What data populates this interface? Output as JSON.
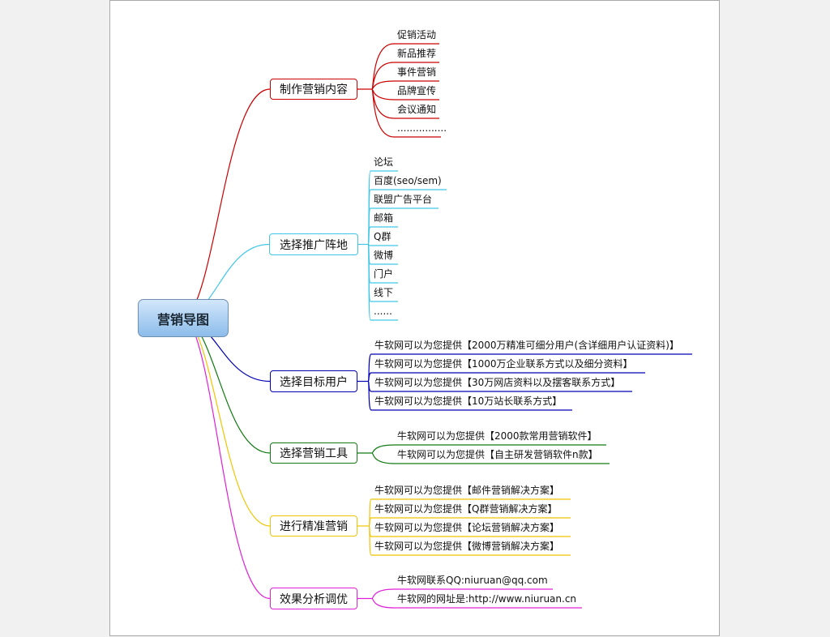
{
  "root": {
    "label": "营销导图"
  },
  "branches": [
    {
      "label": "制作营销内容",
      "color": "#cc0000",
      "items": [
        "促销活动",
        "新品推荐",
        "事件营销",
        "品牌宣传",
        "会议通知",
        "................"
      ]
    },
    {
      "label": "选择推广阵地",
      "color": "#3fc6e8",
      "items": [
        "论坛",
        "百度(seo/sem)",
        "联盟广告平台",
        "邮箱",
        "Q群",
        "微博",
        "门户",
        "线下",
        "......"
      ]
    },
    {
      "label": "选择目标用户",
      "color": "#0000b4",
      "items": [
        "牛软网可以为您提供【2000万精准可细分用户(含详细用户认证资料)】",
        "牛软网可以为您提供【1000万企业联系方式以及细分资料】",
        "牛软网可以为您提供【30万网店资料以及摆客联系方式】",
        "牛软网可以为您提供【10万站长联系方式】"
      ]
    },
    {
      "label": "选择营销工具",
      "color": "#127a12",
      "items": [
        "牛软网可以为您提供【2000款常用营销软件】",
        "牛软网可以为您提供【自主研发营销软件n款】"
      ]
    },
    {
      "label": "进行精准营销",
      "color": "#f0c400",
      "items": [
        "牛软网可以为您提供【邮件营销解决方案】",
        "牛软网可以为您提供【Q群营销解决方案】",
        "牛软网可以为您提供【论坛营销解决方案】",
        "牛软网可以为您提供【微博营销解决方案】"
      ]
    },
    {
      "label": "效果分析调优",
      "color": "#e020d8",
      "items": [
        "牛软网联系QQ:niuruan@qq.com",
        "牛软网的网址是:http://www.niuruan.cn"
      ]
    }
  ]
}
